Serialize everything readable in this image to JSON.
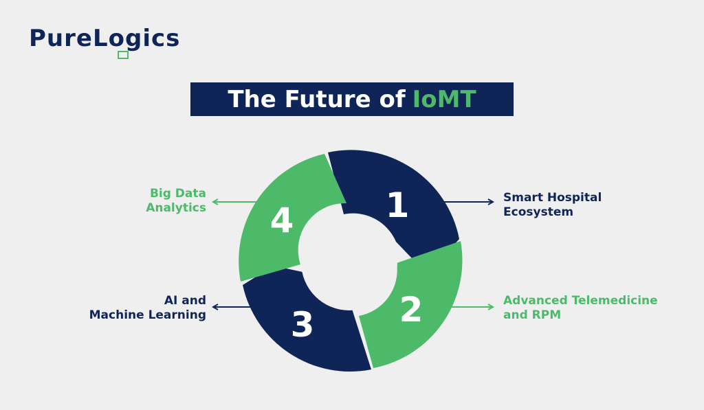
{
  "brand": {
    "name": "PureLogics"
  },
  "title": {
    "main": "The Future of",
    "accent": "IoMT"
  },
  "colors": {
    "navy": "#0f2557",
    "green": "#4dba6a",
    "background": "#efefef"
  },
  "segments": [
    {
      "number": "1",
      "label_line1": "Smart Hospital",
      "label_line2": "Ecosystem",
      "color": "navy"
    },
    {
      "number": "2",
      "label_line1": "Advanced Telemedicine",
      "label_line2": "and RPM",
      "color": "green"
    },
    {
      "number": "3",
      "label_line1": "AI and",
      "label_line2": "Machine Learning",
      "color": "navy"
    },
    {
      "number": "4",
      "label_line1": "Big Data",
      "label_line2": "Analytics",
      "color": "green"
    }
  ]
}
